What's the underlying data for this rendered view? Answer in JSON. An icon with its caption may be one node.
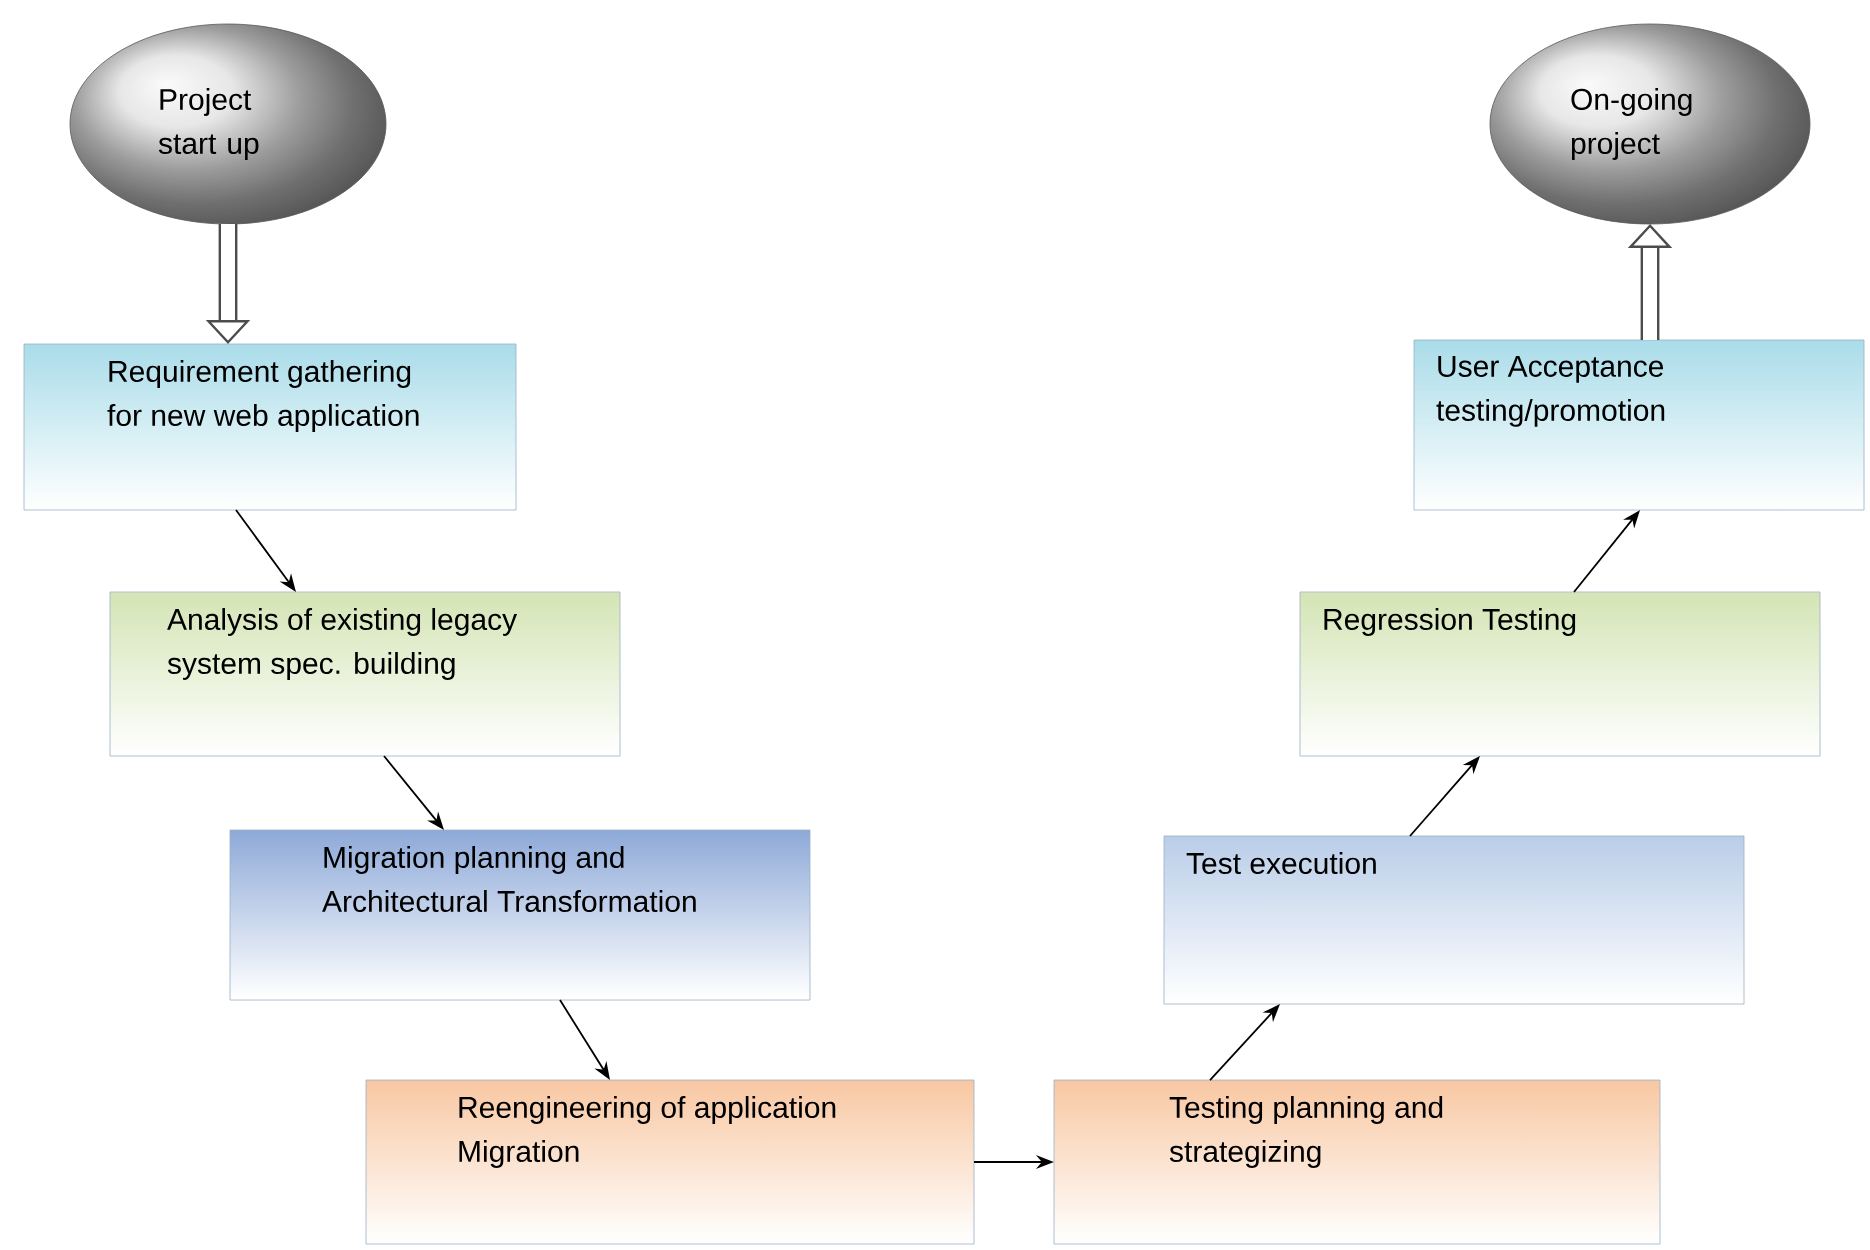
{
  "diagram": {
    "nodes": [
      {
        "text": [
          "Project start up"
        ]
      },
      {
        "text": [
          "Requirement gathering for new web application"
        ]
      },
      {
        "text": [
          "Analysis of existing legacy system spec. building"
        ]
      },
      {
        "text": [
          "Migration planning and Architectural Transformation"
        ]
      },
      {
        "text": [
          "Reengineering of application Migration"
        ]
      },
      {
        "text": [
          "Testing planning and strategizing"
        ]
      },
      {
        "text": [
          "Test execution"
        ]
      },
      {
        "text": [
          "Regression Testing"
        ]
      },
      {
        "text": [
          "User Acceptance testing/promotion"
        ]
      },
      {
        "text": [
          "On-going project"
        ]
      }
    ],
    "edges": [
      {
        "from": 0,
        "to": 1,
        "arrow": "to",
        "style": "thick"
      },
      {
        "from": 1,
        "to": 2,
        "arrow": "to"
      },
      {
        "from": 2,
        "to": 3,
        "arrow": "to"
      },
      {
        "from": 3,
        "to": 4,
        "arrow": "to"
      },
      {
        "from": 4,
        "to": 5,
        "arrow": "to"
      },
      {
        "from": 5,
        "to": 6,
        "arrow": "to"
      },
      {
        "from": 6,
        "to": 7,
        "arrow": "to"
      },
      {
        "from": 7,
        "to": 8,
        "arrow": "to"
      },
      {
        "from": 8,
        "to": 9,
        "arrow": "to",
        "style": "thick"
      }
    ]
  }
}
